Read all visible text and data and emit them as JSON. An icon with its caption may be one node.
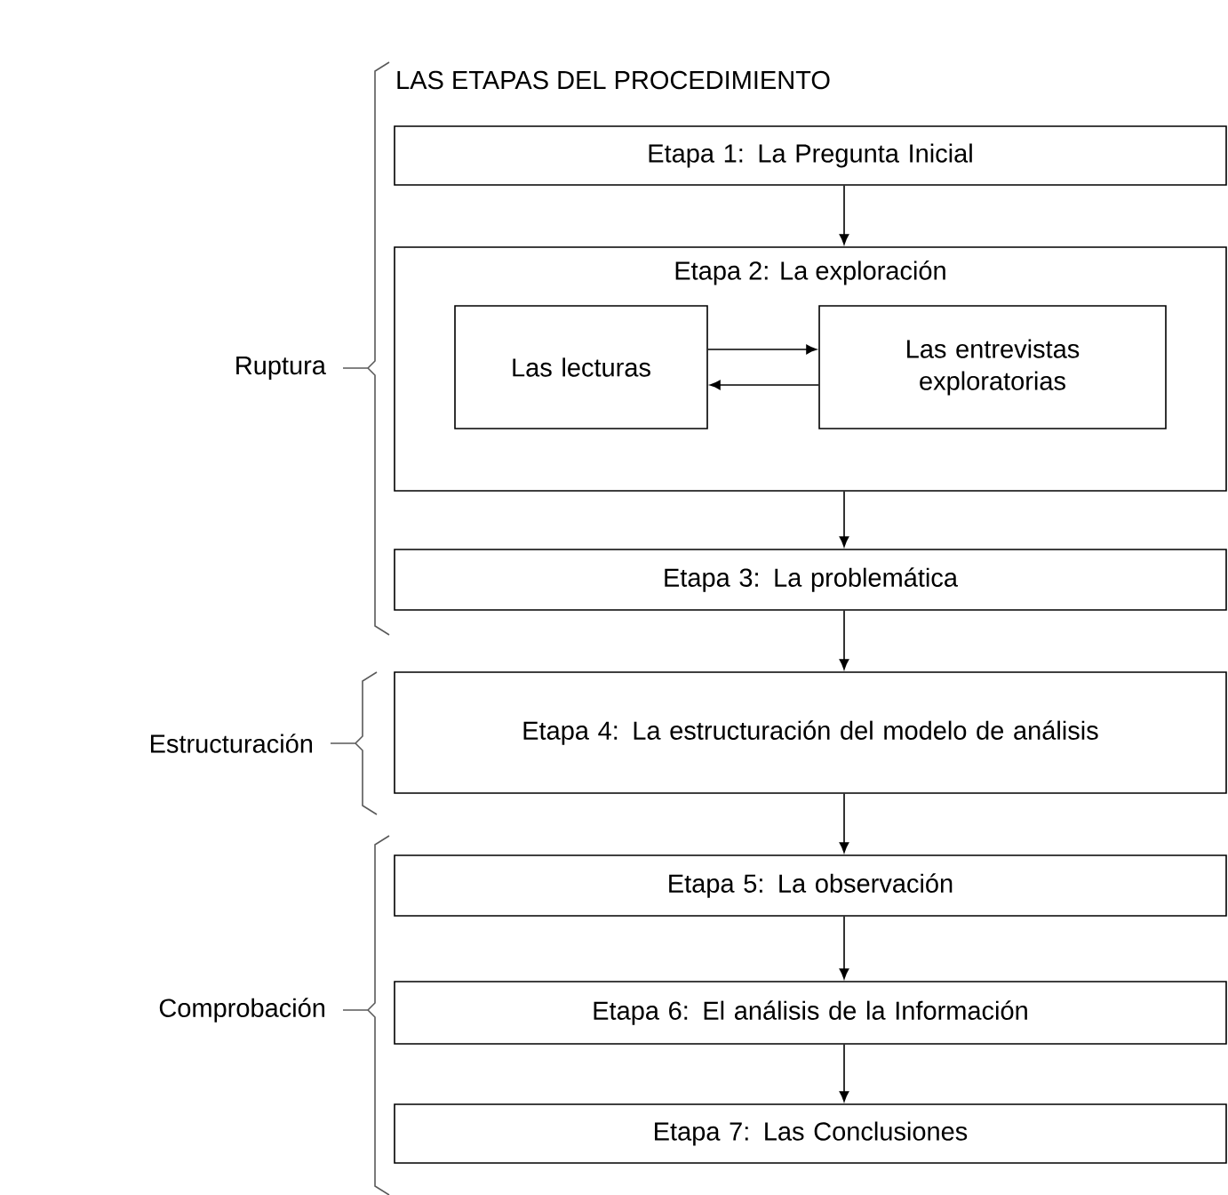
{
  "diagram": {
    "title": "LAS ETAPAS DEL PROCEDIMIENTO",
    "nodes": [
      {
        "text": [
          "Etapa 1: La Pregunta Inicial"
        ]
      },
      {
        "text": [
          "Etapa 2: La exploración"
        ]
      },
      {
        "text": [
          "Las lecturas"
        ],
        "in": 1
      },
      {
        "text": [
          "Las entrevistas exploratorias"
        ],
        "in": 1
      },
      {
        "text": [
          "Etapa 3: La problemática"
        ]
      },
      {
        "text": [
          "Etapa 4: La estructuración del modelo de análisis"
        ]
      },
      {
        "text": [
          "Etapa 5: La observación"
        ]
      },
      {
        "text": [
          "Etapa 6: El análisis de la Información"
        ]
      },
      {
        "text": [
          "Etapa 7: Las Conclusiones"
        ]
      }
    ],
    "edges": [
      {
        "from": 0,
        "to": 1,
        "arrow": "to"
      },
      {
        "from": 2,
        "to": 3,
        "arrow": "to"
      },
      {
        "from": 3,
        "to": 2,
        "arrow": "to"
      },
      {
        "from": 1,
        "to": 4,
        "arrow": "to"
      },
      {
        "from": 4,
        "to": 5,
        "arrow": "to"
      },
      {
        "from": 5,
        "to": 6,
        "arrow": "to"
      },
      {
        "from": 6,
        "to": 7,
        "arrow": "to"
      },
      {
        "from": 7,
        "to": 8,
        "arrow": "to"
      }
    ],
    "labels": [
      "Ruptura",
      "Estructuración",
      "Comprobación"
    ]
  }
}
